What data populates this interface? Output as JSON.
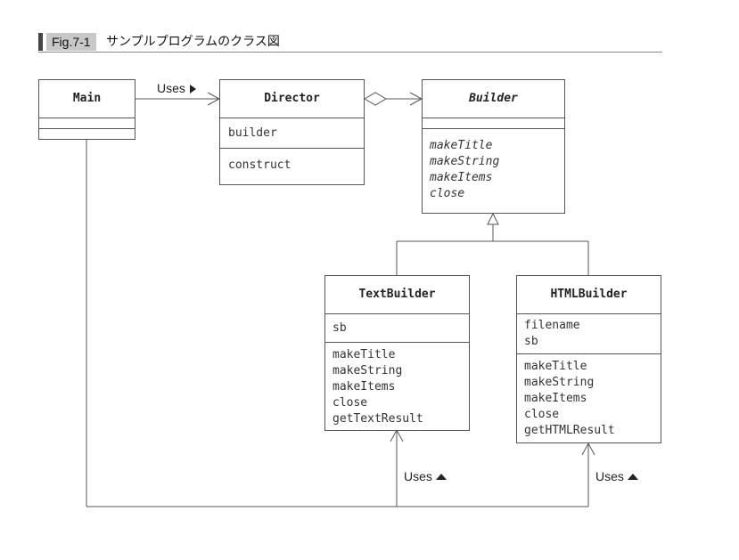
{
  "figure": {
    "label": "Fig.7-1",
    "title": "サンプルプログラムのクラス図"
  },
  "classes": {
    "main": {
      "name": "Main"
    },
    "director": {
      "name": "Director",
      "fields": [
        "builder"
      ],
      "methods": [
        "construct"
      ]
    },
    "builder": {
      "name": "Builder",
      "methods": [
        "makeTitle",
        "makeString",
        "makeItems",
        "close"
      ]
    },
    "textbuilder": {
      "name": "TextBuilder",
      "fields": [
        "sb"
      ],
      "methods": [
        "makeTitle",
        "makeString",
        "makeItems",
        "close",
        "getTextResult"
      ]
    },
    "htmlbuilder": {
      "name": "HTMLBuilder",
      "fields": [
        "filename",
        "sb"
      ],
      "methods": [
        "makeTitle",
        "makeString",
        "makeItems",
        "close",
        "getHTMLResult"
      ]
    }
  },
  "relations": {
    "main_director": "Uses",
    "main_textbuilder": "Uses",
    "main_htmlbuilder": "Uses"
  }
}
